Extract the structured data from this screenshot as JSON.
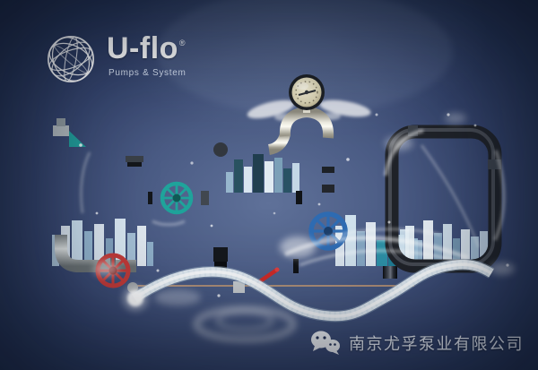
{
  "brand": {
    "name": "U-flo",
    "registered_mark": "®",
    "tagline": "Pumps & System"
  },
  "artwork": {
    "description": "Industrial pipes, handwheel valves and a pressure gauge arranged to spell U-FLO, with water splashes, droplets and city skylines on a dark blue background",
    "letters_formed": "U-FLO",
    "elements": [
      "globe-logo-icon",
      "pressure-gauge",
      "teal-handwheel-valve",
      "blue-handwheel-valve",
      "red-handwheel-valve",
      "red-lever-valve",
      "copper-pipe",
      "flexible-hose",
      "city-skylines",
      "water-splashes"
    ]
  },
  "footer": {
    "company_name": "南京尤孚泵业有限公司",
    "icon": "wechat-icon"
  },
  "colors": {
    "background_navy": "#1c2844",
    "background_center": "#5d6f97",
    "pipe_dark": "#23262d",
    "pipe_white": "#e9e6dc",
    "copper": "#a85c28",
    "valve_teal": "#1fa39b",
    "valve_blue": "#2f6cb3",
    "valve_red": "#c03a38",
    "skyline_light": "#cfe3f0",
    "text_white": "#ffffff"
  }
}
